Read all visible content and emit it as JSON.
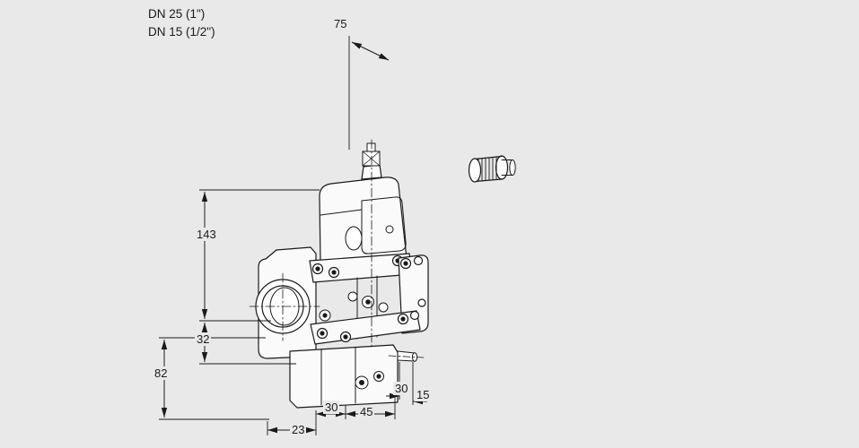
{
  "page": {
    "background": "#e9e9e9",
    "line_color": "#1a1a1a",
    "part_fill": "#fafafa"
  },
  "labels": {
    "dn_line1": "DN 25 (1\")",
    "dn_line2": "DN 15 (1/2\")"
  },
  "dimensions": {
    "top_width": "75",
    "body_height": "143",
    "port_offset": "32",
    "base_height": "82",
    "base_width_left": "23",
    "base_width_mid": "30",
    "base_width_right": "45",
    "stem_depth": "30",
    "stem_depth_small": "15"
  }
}
